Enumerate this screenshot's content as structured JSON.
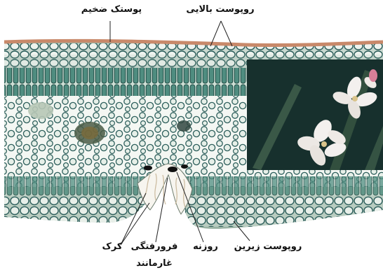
{
  "labels": {
    "thick_cuticle": "پوستک ضخیم",
    "upper_epidermis": "روپوست بالایی",
    "hairs": "کرک",
    "sunken_pit_line1": "فرورفتگی",
    "sunken_pit_line2": "غارمانند",
    "stoma": "روزنه",
    "lower_epidermis": "روپوست زیرین"
  },
  "colors": {
    "cuticle": "#c8896a",
    "cell_wall": "#2e5f5c",
    "cell_fill": "#eef3ee",
    "mesophyll": "#9ab3a4",
    "palisade": "#3f7d73",
    "photo_bg": "#1d3a36",
    "petal": "#f3f0ee"
  }
}
